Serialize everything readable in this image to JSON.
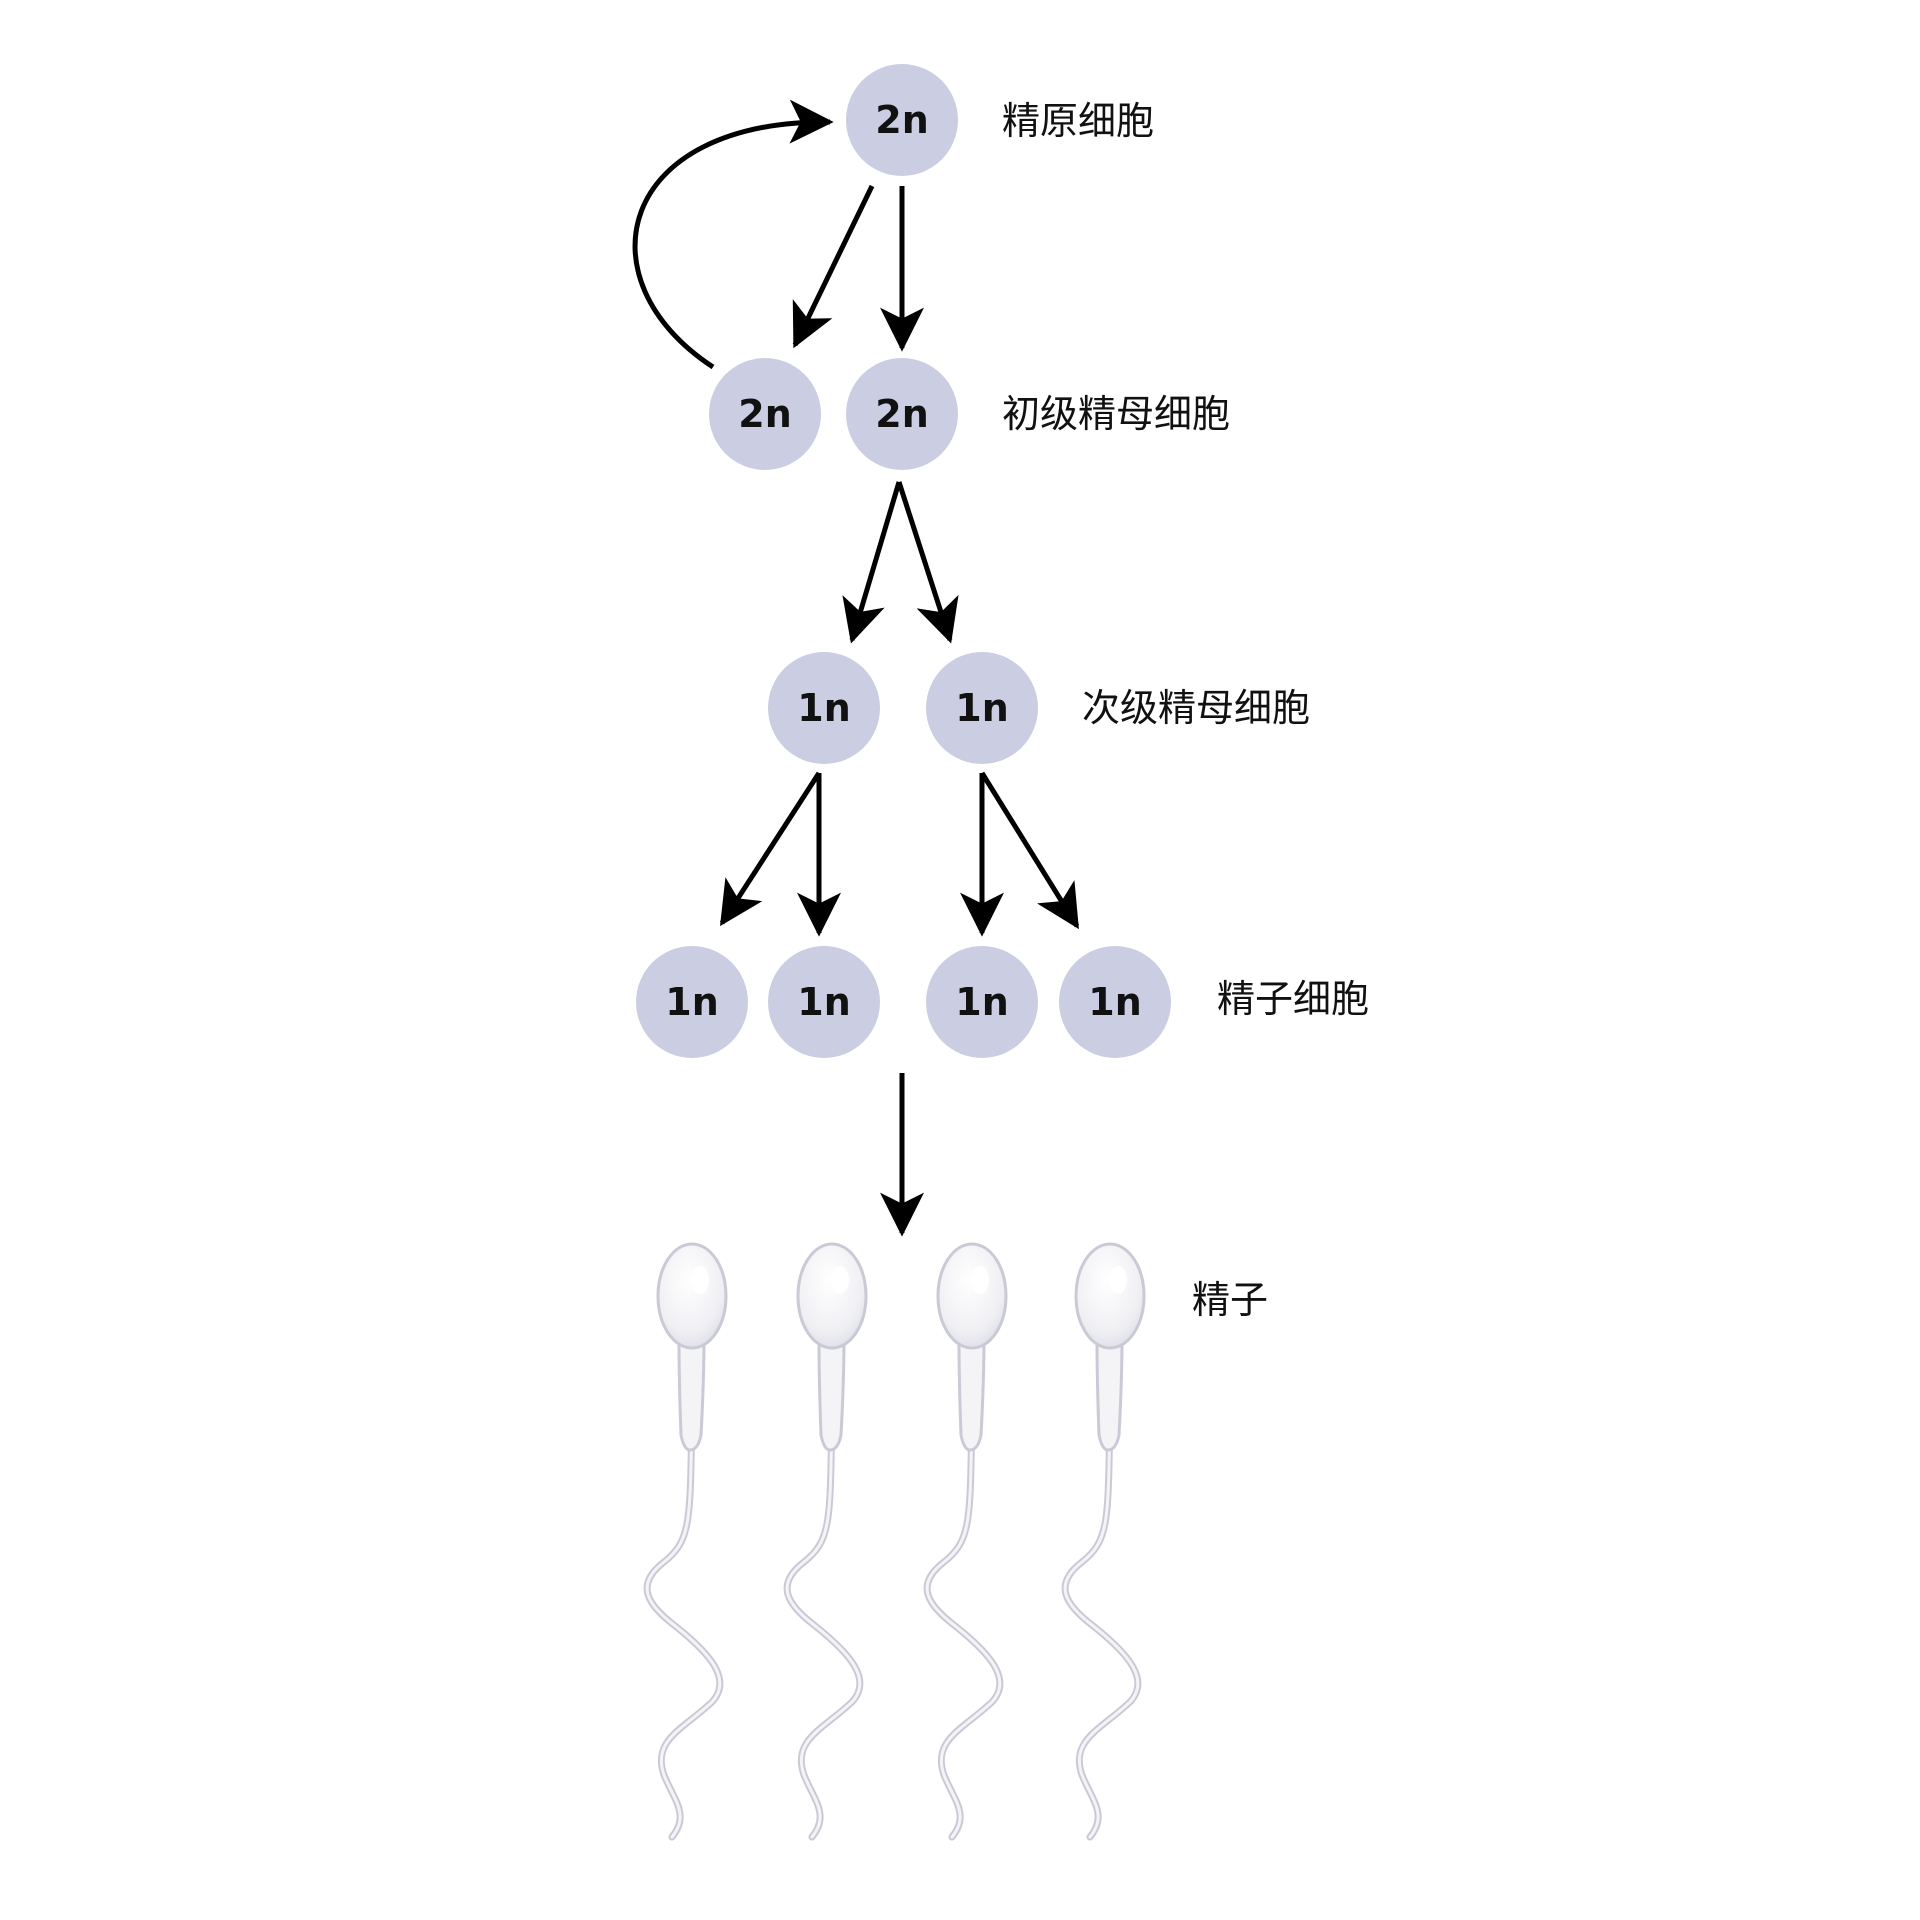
{
  "colors": {
    "cell_fill": "#cbcde2",
    "arrow": "#000000",
    "sperm_fill": "#f4f4f7",
    "sperm_stroke": "#c9cad6"
  },
  "stages": [
    {
      "label": "精原细胞",
      "cells": [
        "2n"
      ]
    },
    {
      "label": "初级精母细胞",
      "cells": [
        "2n",
        "2n"
      ]
    },
    {
      "label": "次级精母细胞",
      "cells": [
        "1n",
        "1n"
      ]
    },
    {
      "label": "精子细胞",
      "cells": [
        "1n",
        "1n",
        "1n",
        "1n"
      ]
    },
    {
      "label": "精子",
      "cells": []
    }
  ]
}
